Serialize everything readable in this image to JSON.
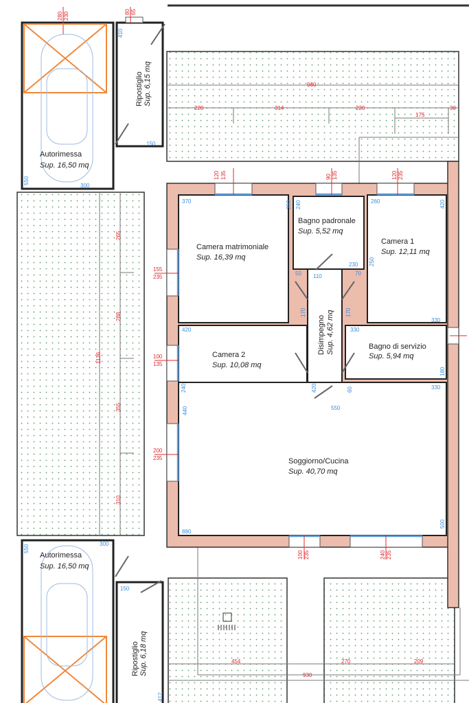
{
  "colors": {
    "wall": "#ecbcad",
    "window": "#5b9bd8",
    "dim_red": "#e0282c",
    "dim_blue": "#3a8ee0",
    "parking": "#f0883a"
  },
  "rooms": [
    {
      "name": "Autorimessa",
      "area": "Sup. 16,50 mq"
    },
    {
      "name": "Ripostiglio",
      "area": "Sup. 6,15 mq"
    },
    {
      "name": "Camera matrimoniale",
      "area": "Sup. 16,39 mq"
    },
    {
      "name": "Bagno padronale",
      "area": "Sup. 5,52 mq"
    },
    {
      "name": "Camera 1",
      "area": "Sup. 12,11 mq"
    },
    {
      "name": "Disimpegno",
      "area": "Sup. 4,62 mq"
    },
    {
      "name": "Camera 2",
      "area": "Sup. 10,08 mq"
    },
    {
      "name": "Bagno di servizio",
      "area": "Sup. 5,94 mq"
    },
    {
      "name": "Soggiorno/Cucina",
      "area": "Sup. 40,70 mq"
    },
    {
      "name": "Autorimessa",
      "area": "Sup. 16,50 mq"
    },
    {
      "name": "Ripostiglio",
      "area": "Sup. 6,18 mq"
    }
  ],
  "dims_red": [
    "280",
    "230",
    "80",
    "65",
    "960",
    "220",
    "314",
    "220",
    "175",
    "30",
    "120",
    "135",
    "90",
    "135",
    "120",
    "235",
    "155",
    "235",
    "100",
    "135",
    "200",
    "235",
    "100",
    "235",
    "240",
    "235",
    "265",
    "288",
    "355",
    "310",
    "1136",
    "454",
    "270",
    "209",
    "930"
  ],
  "dims_blue": [
    "410",
    "150",
    "550",
    "300",
    "370",
    "250",
    "240",
    "260",
    "420",
    "230",
    "250",
    "50",
    "110",
    "70",
    "170",
    "170",
    "330",
    "420",
    "330",
    "180",
    "240",
    "420",
    "60",
    "330",
    "550",
    "440",
    "880",
    "500",
    "550",
    "300",
    "150",
    "412"
  ]
}
